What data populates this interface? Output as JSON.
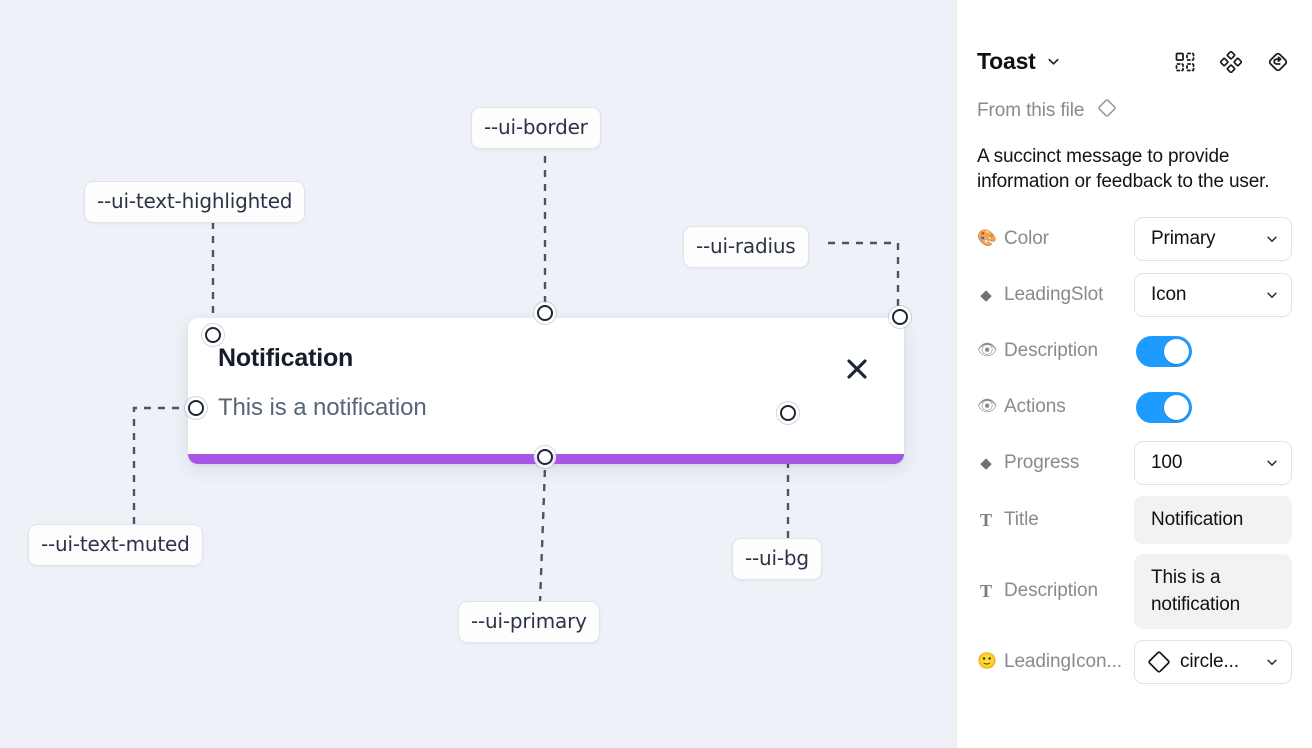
{
  "canvas": {
    "background_color": "#eef1f7",
    "tokens": [
      {
        "name": "ui-border",
        "label": "--ui-border"
      },
      {
        "name": "ui-text-highlighted",
        "label": "--ui-text-highlighted"
      },
      {
        "name": "ui-radius",
        "label": "--ui-radius"
      },
      {
        "name": "ui-text-muted",
        "label": "--ui-text-muted"
      },
      {
        "name": "ui-primary",
        "label": "--ui-primary"
      },
      {
        "name": "ui-bg",
        "label": "--ui-bg"
      }
    ],
    "toast_preview": {
      "title": "Notification",
      "description": "This is a notification",
      "close_icon": "close-icon",
      "progress_color": "#a855e6",
      "background_color": "#ffffff"
    }
  },
  "panel": {
    "title": "Toast",
    "title_caret": "chevron-down-icon",
    "header_icons": [
      {
        "name": "detach-instance-icon"
      },
      {
        "name": "component-set-icon"
      },
      {
        "name": "reset-instance-icon"
      }
    ],
    "from_file": {
      "label": "From this file",
      "icon": "diamond-icon"
    },
    "component_description": "A succinct message to provide information or feedback to the user.",
    "properties": [
      {
        "name": "color",
        "icon": "🎨",
        "icon_name": "palette-emoji",
        "label": "Color",
        "type": "select",
        "value": "Primary"
      },
      {
        "name": "leading-slot",
        "icon": "◆",
        "icon_name": "diamond-icon",
        "label": "LeadingSlot",
        "type": "select",
        "value": "Icon"
      },
      {
        "name": "description",
        "icon": "👁",
        "icon_name": "eye-emoji",
        "label": "Description",
        "type": "toggle",
        "value": "on"
      },
      {
        "name": "actions",
        "icon": "👁",
        "icon_name": "eye-emoji",
        "label": "Actions",
        "type": "toggle",
        "value": "on"
      },
      {
        "name": "progress",
        "icon": "◆",
        "icon_name": "diamond-icon",
        "label": "Progress",
        "type": "select",
        "value": "100"
      },
      {
        "name": "title",
        "icon": "T",
        "icon_name": "text-icon",
        "label": "Title",
        "type": "text",
        "value": "Notification"
      },
      {
        "name": "description-text",
        "icon": "T",
        "icon_name": "text-icon",
        "label": "Description",
        "type": "text",
        "value": "This is a notification"
      },
      {
        "name": "leading-icon",
        "icon": "🙂",
        "icon_name": "smiley-emoji",
        "label": "LeadingIcon...",
        "type": "icon-select",
        "value": "circle..."
      }
    ]
  },
  "colors": {
    "accent_toggle": "#1e9bff",
    "progress_purple": "#a855e6",
    "canvas_bg": "#eef1f7",
    "pill_text": "#2b3447"
  }
}
